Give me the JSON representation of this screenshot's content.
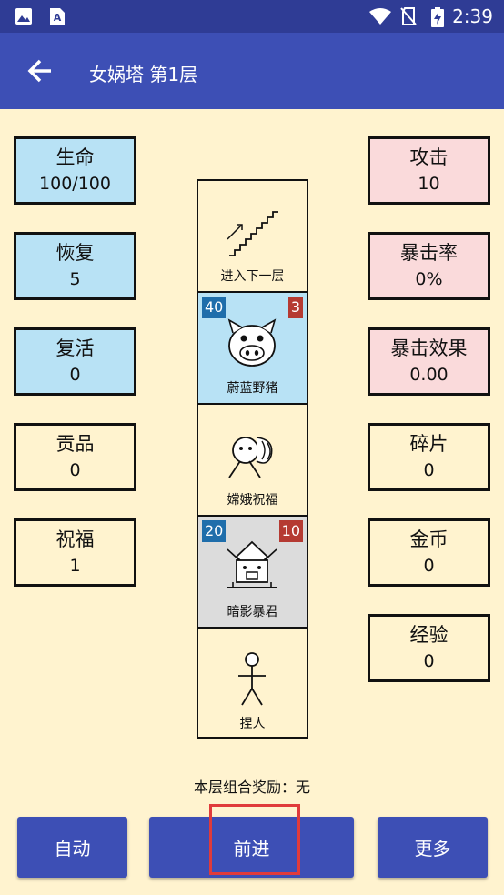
{
  "status_bar": {
    "time": "2:39",
    "icons": [
      "image-icon",
      "text-icon",
      "wifi-icon",
      "no-sim-icon",
      "battery-charging-icon"
    ]
  },
  "app_bar": {
    "title": "女娲塔 第1层",
    "back_icon": "arrow-left-icon"
  },
  "left_stats": [
    {
      "label": "生命",
      "value": "100/100"
    },
    {
      "label": "恢复",
      "value": "5"
    },
    {
      "label": "复活",
      "value": "0"
    },
    {
      "label": "贡品",
      "value": "0"
    },
    {
      "label": "祝福",
      "value": "1"
    }
  ],
  "right_stats": [
    {
      "label": "攻击",
      "value": "10"
    },
    {
      "label": "暴击率",
      "value": "0%"
    },
    {
      "label": "暴击效果",
      "value": "0.00"
    },
    {
      "label": "碎片",
      "value": "0"
    },
    {
      "label": "金币",
      "value": "0"
    },
    {
      "label": "经验",
      "value": "0"
    }
  ],
  "colors": {
    "app_bar": "#3d4fb5",
    "status_bar": "#2f3c95",
    "background": "#fff3cf",
    "stat_blue": "#b8e2f5",
    "stat_pink": "#fadadb",
    "badge_blue": "#1f6eab",
    "badge_red": "#b53a32",
    "highlight": "#e03b3b"
  },
  "tower": [
    {
      "name": "进入下一层",
      "icon": "stairs-icon"
    },
    {
      "name": "蔚蓝野猪",
      "icon": "boar-icon",
      "attack": "40",
      "level": "3"
    },
    {
      "name": "嫦娥祝福",
      "icon": "moon-goddess-icon"
    },
    {
      "name": "暗影暴君",
      "icon": "tyrant-icon",
      "attack": "20",
      "level": "10"
    },
    {
      "name": "捏人",
      "icon": "stick-figure-icon"
    }
  ],
  "reward_text": "本层组合奖励：无",
  "buttons": {
    "auto": "自动",
    "forward": "前进",
    "more": "更多"
  }
}
